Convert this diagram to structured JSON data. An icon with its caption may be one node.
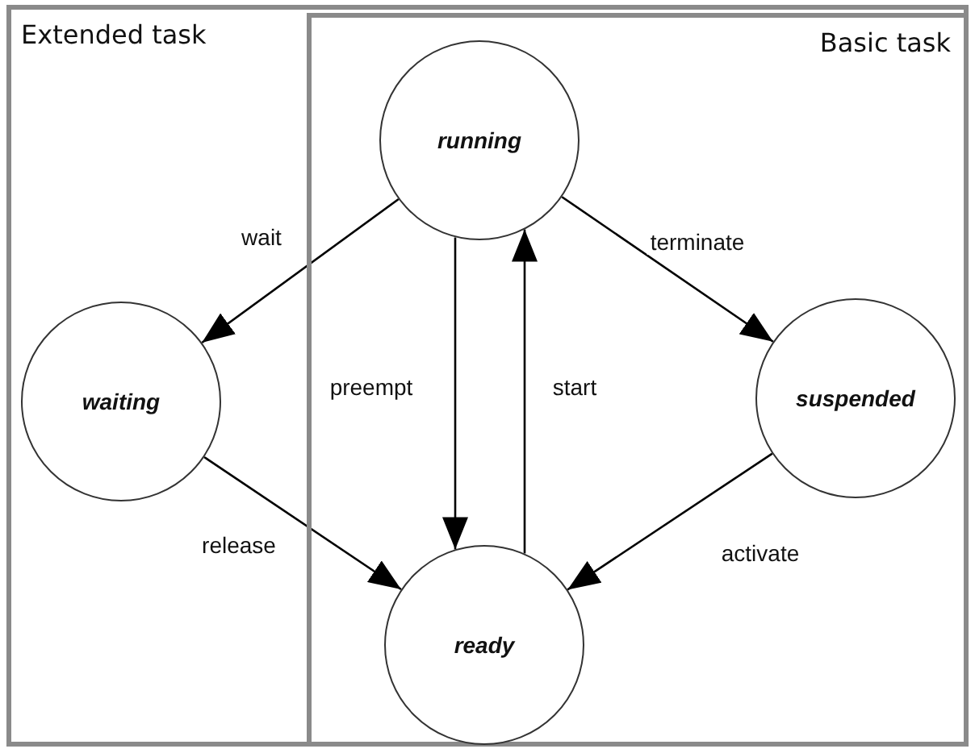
{
  "diagram": {
    "nodes": [
      {
        "text": [
          "Extended task"
        ]
      },
      {
        "text": [
          "Basic task"
        ],
        "in": 0
      },
      {
        "text": [
          "running"
        ],
        "in": 1
      },
      {
        "text": [
          "waiting"
        ],
        "in": 0
      },
      {
        "text": [
          "suspended"
        ],
        "in": 1
      },
      {
        "text": [
          "ready"
        ],
        "in": 1
      }
    ],
    "edges": [
      {
        "from": 2,
        "to": 3,
        "label": "wait",
        "arrow": "to"
      },
      {
        "from": 2,
        "to": 4,
        "label": "terminate",
        "arrow": "to"
      },
      {
        "from": 2,
        "to": 5,
        "label": "preempt",
        "arrow": "to"
      },
      {
        "from": 5,
        "to": 2,
        "label": "start",
        "arrow": "to"
      },
      {
        "from": 3,
        "to": 5,
        "label": "release",
        "arrow": "to"
      },
      {
        "from": 4,
        "to": 5,
        "label": "activate",
        "arrow": "to"
      }
    ]
  }
}
